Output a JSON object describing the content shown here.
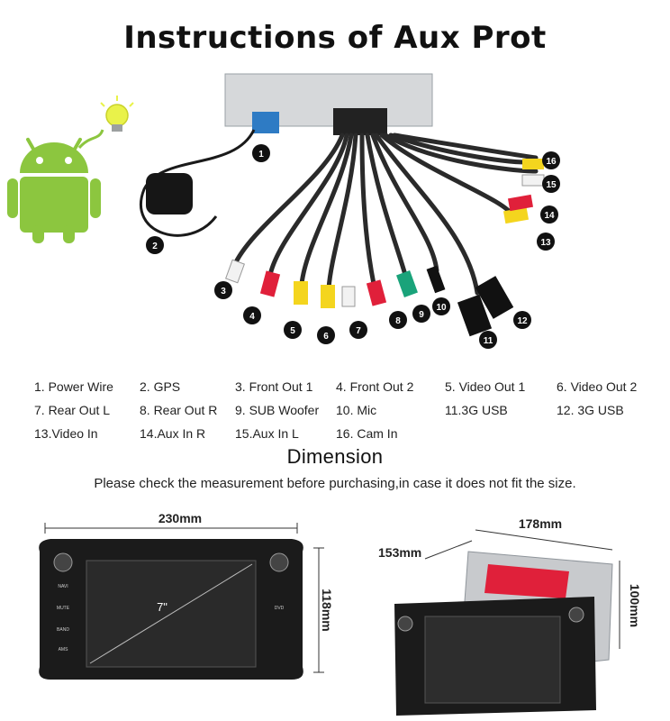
{
  "title": "Instructions of Aux Prot",
  "diagram_labels": [
    "1",
    "2",
    "3",
    "4",
    "5",
    "6",
    "7",
    "8",
    "9",
    "10",
    "11",
    "12",
    "13",
    "14",
    "15",
    "16"
  ],
  "legend_rows": [
    [
      "1.  Power Wire",
      "2.  GPS",
      "3.  Front Out 1",
      "4.  Front Out 2",
      "5.  Video Out 1",
      "6.  Video Out 2"
    ],
    [
      "7.  Rear Out L",
      "8.  Rear Out R",
      "9.  SUB Woofer",
      "10. Mic",
      "11.3G USB",
      "12. 3G USB"
    ],
    [
      "13.Video  In",
      "14.Aux In R",
      "15.Aux In L",
      "16. Cam In"
    ]
  ],
  "dimension": {
    "title": "Dimension",
    "note": "Please check the measurement before purchasing,in case it does not fit the size.",
    "front_width": "230mm",
    "front_height": "118mm",
    "screen_size": "7\"",
    "depth_width": "178mm",
    "depth": "153mm",
    "depth_height": "100mm",
    "button_labels": [
      "NAVI",
      "MUTE",
      "BAND",
      "AMS",
      "DVD"
    ]
  },
  "colors": {
    "android_green": "#8cc63f",
    "bulb": "#e9f24a",
    "cable": "#2a2a2a",
    "device_body": "#1b1b1b",
    "rca_red": "#e0203a",
    "rca_yellow": "#f4d51e",
    "rca_white": "#f2f2f2",
    "rca_green": "#1aa37a"
  }
}
